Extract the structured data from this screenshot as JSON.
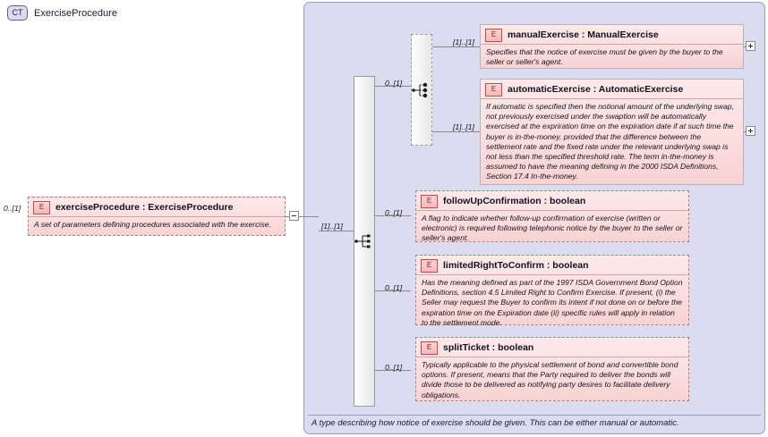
{
  "diagram": {
    "type": "xsd-schema-diagram",
    "complex_type": {
      "badge": "CT",
      "name": "ExerciseProcedure",
      "annotation": "A type describing how notice of exercise should be given. This can be either manual or automatic."
    },
    "root_element": {
      "badge": "E",
      "name": "exerciseProcedure : ExerciseProcedure",
      "description": "A set of parameters defining procedures associated with the exercise.",
      "cardinality": "0..[1]",
      "toggle": "minus-toggle"
    },
    "sequence_compositor": {
      "icon": "sequence-icon",
      "cardinality": "[1]..[1]"
    },
    "choice_compositor": {
      "icon": "choice-icon",
      "cardinality": "0..[1]"
    },
    "choice_children": [
      {
        "badge": "E",
        "name": "manualExercise : ManualExercise",
        "description": "Specifies that the notice of exercise must be given by the buyer to the seller or seller's agent.",
        "cardinality": "[1]..[1]",
        "toggle": "plus-toggle"
      },
      {
        "badge": "E",
        "name": "automaticExercise : AutomaticExercise",
        "description": "If automatic is specified then the notional amount of the underlying swap, not previously exercised under the swaption will be automatically exercised at the expriration time on the expiration date if at such time the buyer is in-the-money, provided that the difference between the settlement rate and the fixed rate under the relevant underlying swap is not less than the specified threshold rate. The term in-the-money is assumed to have the meaning defining in the 2000 ISDA Definitions, Section 17.4 In-the-money.",
        "cardinality": "[1]..[1]",
        "toggle": "plus-toggle"
      }
    ],
    "sequence_children": [
      {
        "badge": "E",
        "name": "followUpConfirmation : boolean",
        "description": "A flag to indicate whether follow-up confirmation of exercise (written or electronic) is required following telephonic notice by the buyer to the seller or seller's agent.",
        "cardinality": "0..[1]"
      },
      {
        "badge": "E",
        "name": "limitedRightToConfirm : boolean",
        "description": "Has the meaning defined as part of the 1997 ISDA Government Bond Option Definitions, section 4.5 Limited Right to Confirm Exercise. If present, (i) the Seller may request the Buyer to confirm its intent if not done on or before the expiration time on the Expiration date (ii) specific rules will apply in relation to the settlement mode.",
        "cardinality": "0..[1]"
      },
      {
        "badge": "E",
        "name": "splitTicket : boolean",
        "description": "Typically applicable to the physical settlement of bond and convertible bond options. If present, means that the Party required to deliver the bonds will divide those to be delivered as notifying party desires to facilitate delivery obligations.",
        "cardinality": "0..[1]"
      }
    ],
    "colors": {
      "complex_type_bg": "#dcdcf0",
      "element_bg": "#fbdede",
      "element_border": "#b08080",
      "badge_border": "#c0504d",
      "line": "#8a8a8a"
    }
  }
}
